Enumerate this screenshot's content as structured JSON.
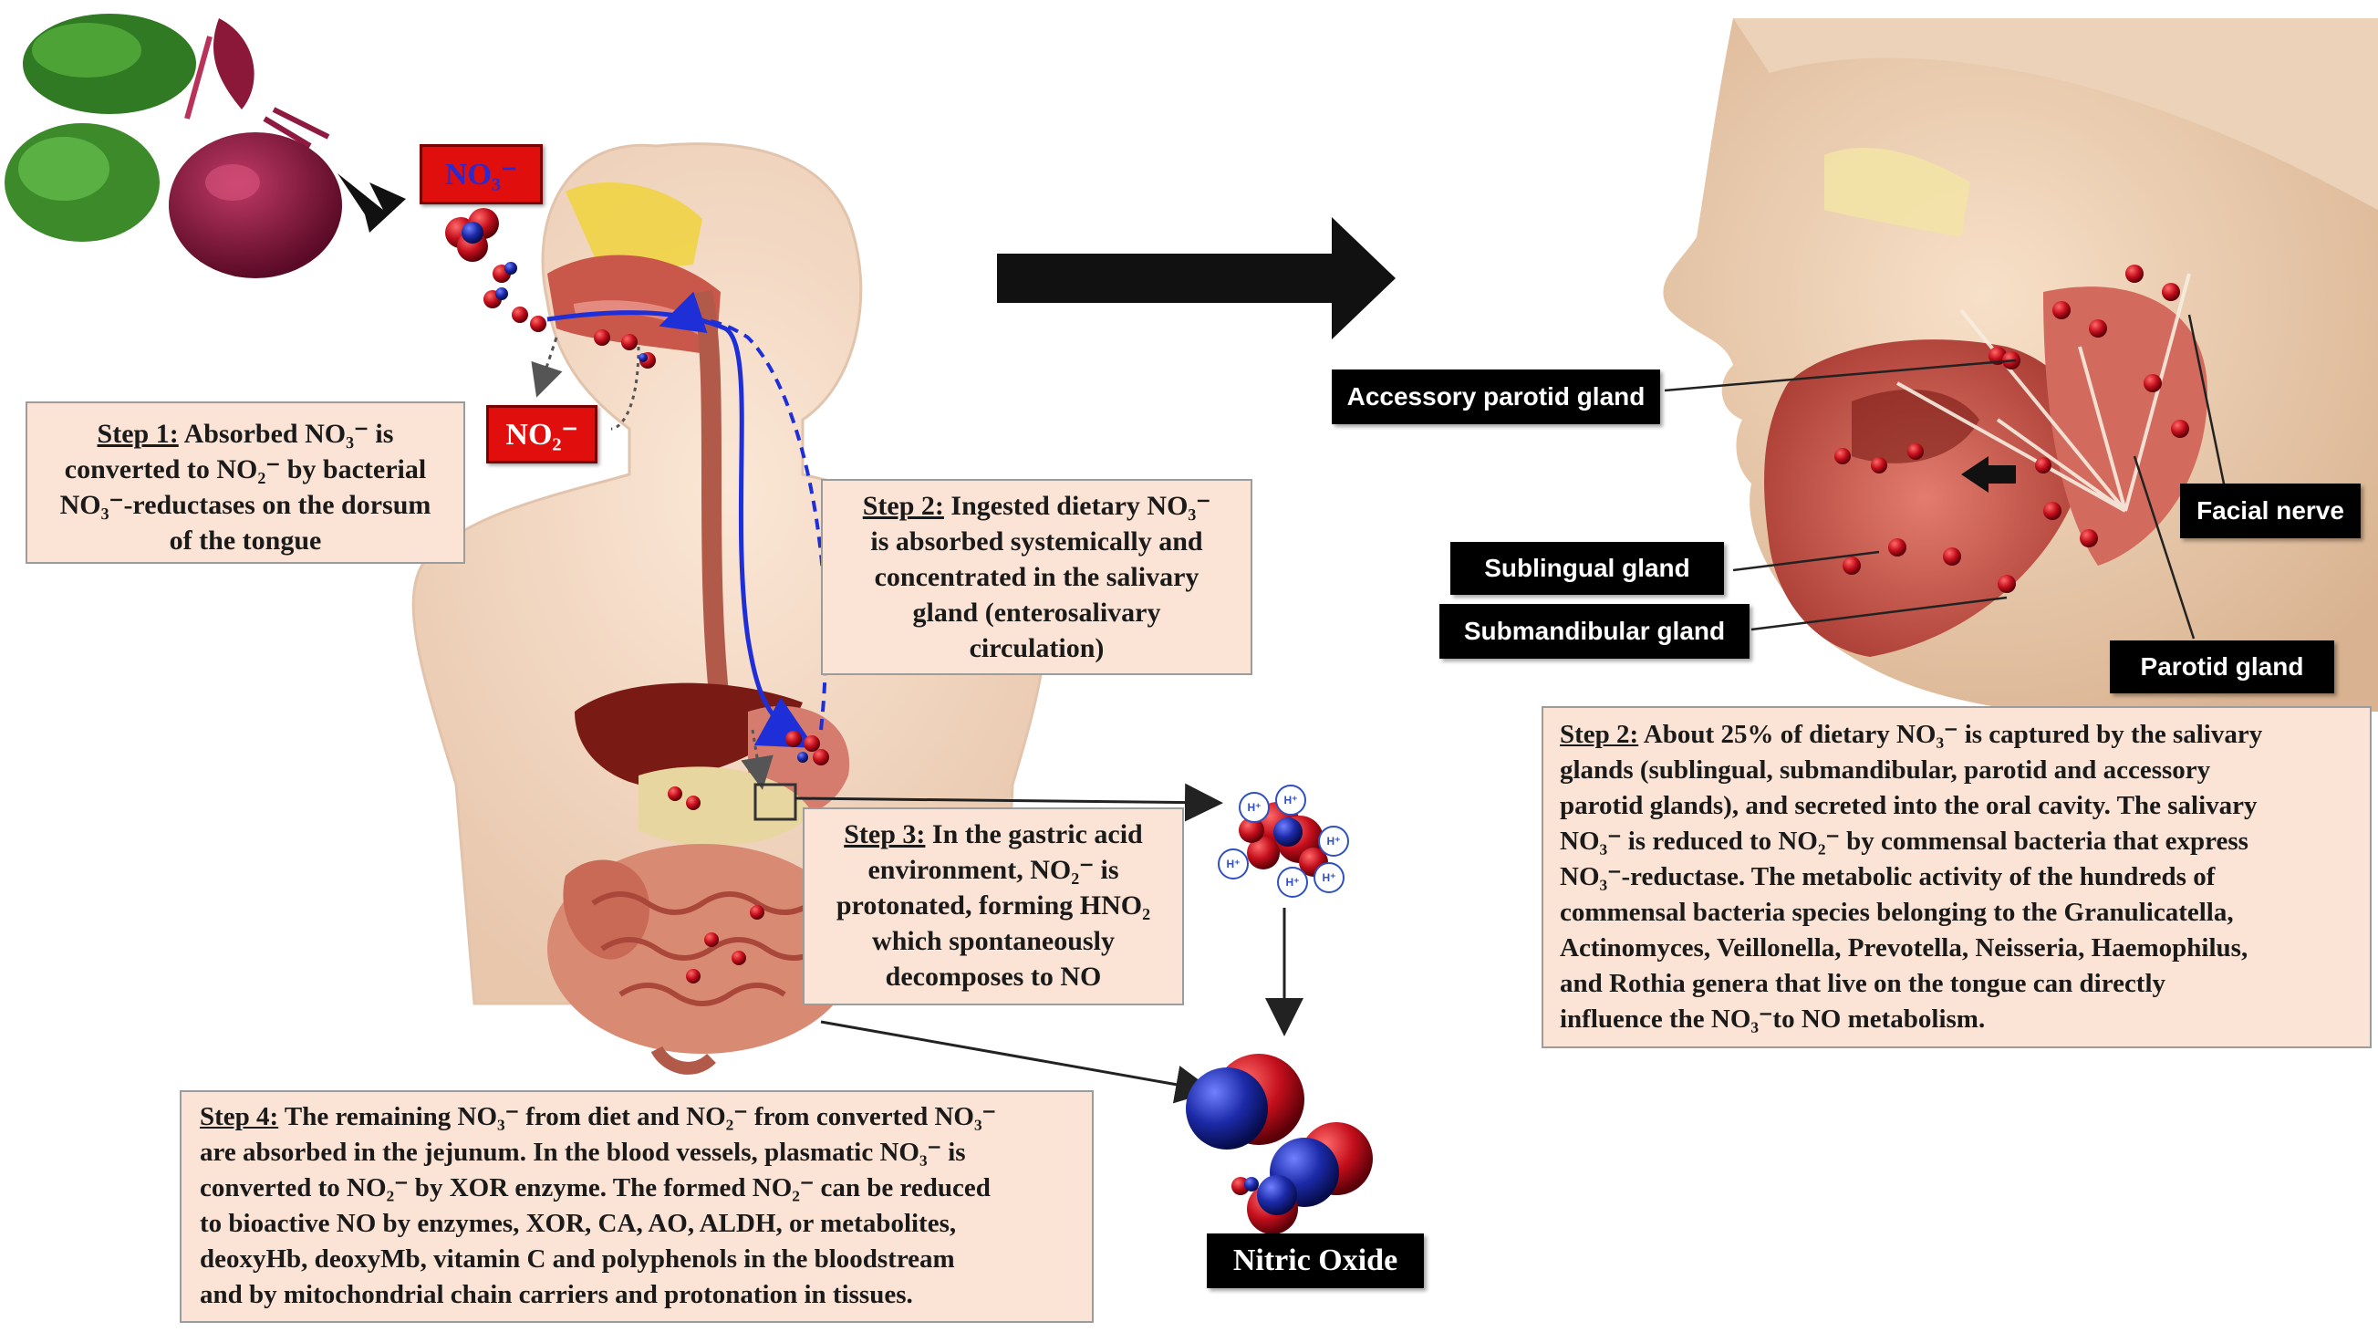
{
  "chem_labels": {
    "no3_top": "NO₃⁻",
    "no2_tongue": "NO₂⁻"
  },
  "steps": {
    "step1": {
      "label": "Step 1:",
      "lines": [
        " Absorbed NO₃⁻ is",
        "converted to NO₂⁻ by bacterial",
        "NO₃⁻-reductases on the dorsum",
        "of the tongue"
      ]
    },
    "step2_left": {
      "label": "Step 2:",
      "lines": [
        " Ingested dietary NO₃⁻",
        "is absorbed systemically and",
        "concentrated in the salivary",
        "gland (enterosalivary",
        "circulation)"
      ]
    },
    "step3": {
      "label": "Step 3:",
      "lines": [
        " In the gastric acid",
        "environment, NO₂⁻ is",
        "protonated, forming HNO₂",
        "which spontaneously",
        "decomposes to NO"
      ]
    },
    "step4": {
      "label": "Step 4:",
      "lines": [
        " The remaining NO₃⁻ from diet and NO₂⁻ from converted NO₃⁻",
        "are absorbed in the jejunum. In the blood vessels, plasmatic NO₃⁻ is",
        "converted to NO₂⁻ by XOR enzyme. The formed NO₂⁻ can be reduced",
        "to bioactive NO by enzymes, XOR, CA, AO, ALDH, or metabolites,",
        "deoxyHb, deoxyMb, vitamin C and polyphenols in the bloodstream",
        "and by mitochondrial chain carriers and protonation in tissues."
      ]
    },
    "step2_right": {
      "label": "Step 2:",
      "lines": [
        " About 25% of dietary NO₃⁻ is captured by the salivary",
        "glands (sublingual, submandibular, parotid and accessory",
        "parotid glands), and secreted into the oral cavity. The salivary",
        "NO₃⁻ is reduced to NO₂⁻ by commensal bacteria that express",
        "NO₃⁻-reductase. The metabolic activity of the hundreds of",
        "commensal bacteria species belonging to the Granulicatella,",
        "Actinomyces, Veillonella, Prevotella, Neisseria, Haemophilus,",
        "and Rothia genera that live on the tongue can directly",
        "influence the NO₃⁻to NO metabolism."
      ]
    }
  },
  "gland_labels": {
    "accessory_parotid": "Accessory parotid gland",
    "facial_nerve": "Facial nerve",
    "sublingual": "Sublingual gland",
    "submandibular": "Submandibular gland",
    "parotid": "Parotid gland"
  },
  "molecule_labels": {
    "nitric_oxide": "Nitric Oxide",
    "proton": "H⁺"
  },
  "colors": {
    "box_fill": "#fbe4d5",
    "tag_fill": "#000000",
    "chem_fill": "#e10e0e",
    "oxygen_red": "#c40f1c",
    "nitrogen_blue": "#1c2aa8",
    "flow_arrow": "#1f2fd8"
  }
}
